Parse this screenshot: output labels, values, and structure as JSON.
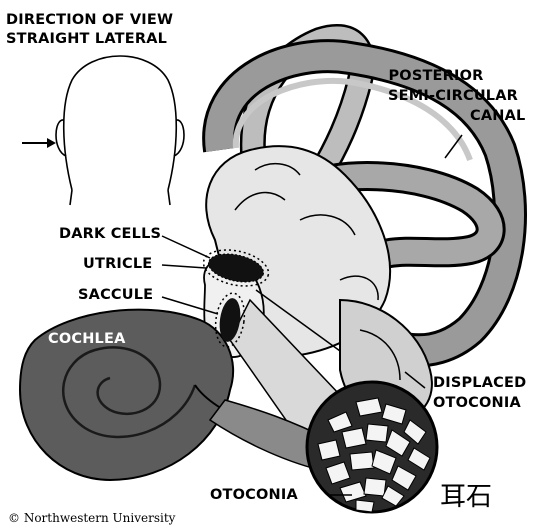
{
  "labels": {
    "view_line1": "DIRECTION OF VIEW",
    "view_line2": "STRAIGHT LATERAL",
    "posterior_line1": "POSTERIOR",
    "posterior_line2": "SEMI-CIRCULAR",
    "posterior_line3": "CANAL",
    "dark_cells": "DARK CELLS",
    "utricle": "UTRICLE",
    "saccule": "SACCULE",
    "cochlea": "COCHLEA",
    "displaced_line1": "DISPLACED",
    "displaced_line2": "OTOCONIA",
    "otoconia": "OTOCONIA",
    "chinese": "耳石",
    "credit": "© Northwestern University"
  }
}
